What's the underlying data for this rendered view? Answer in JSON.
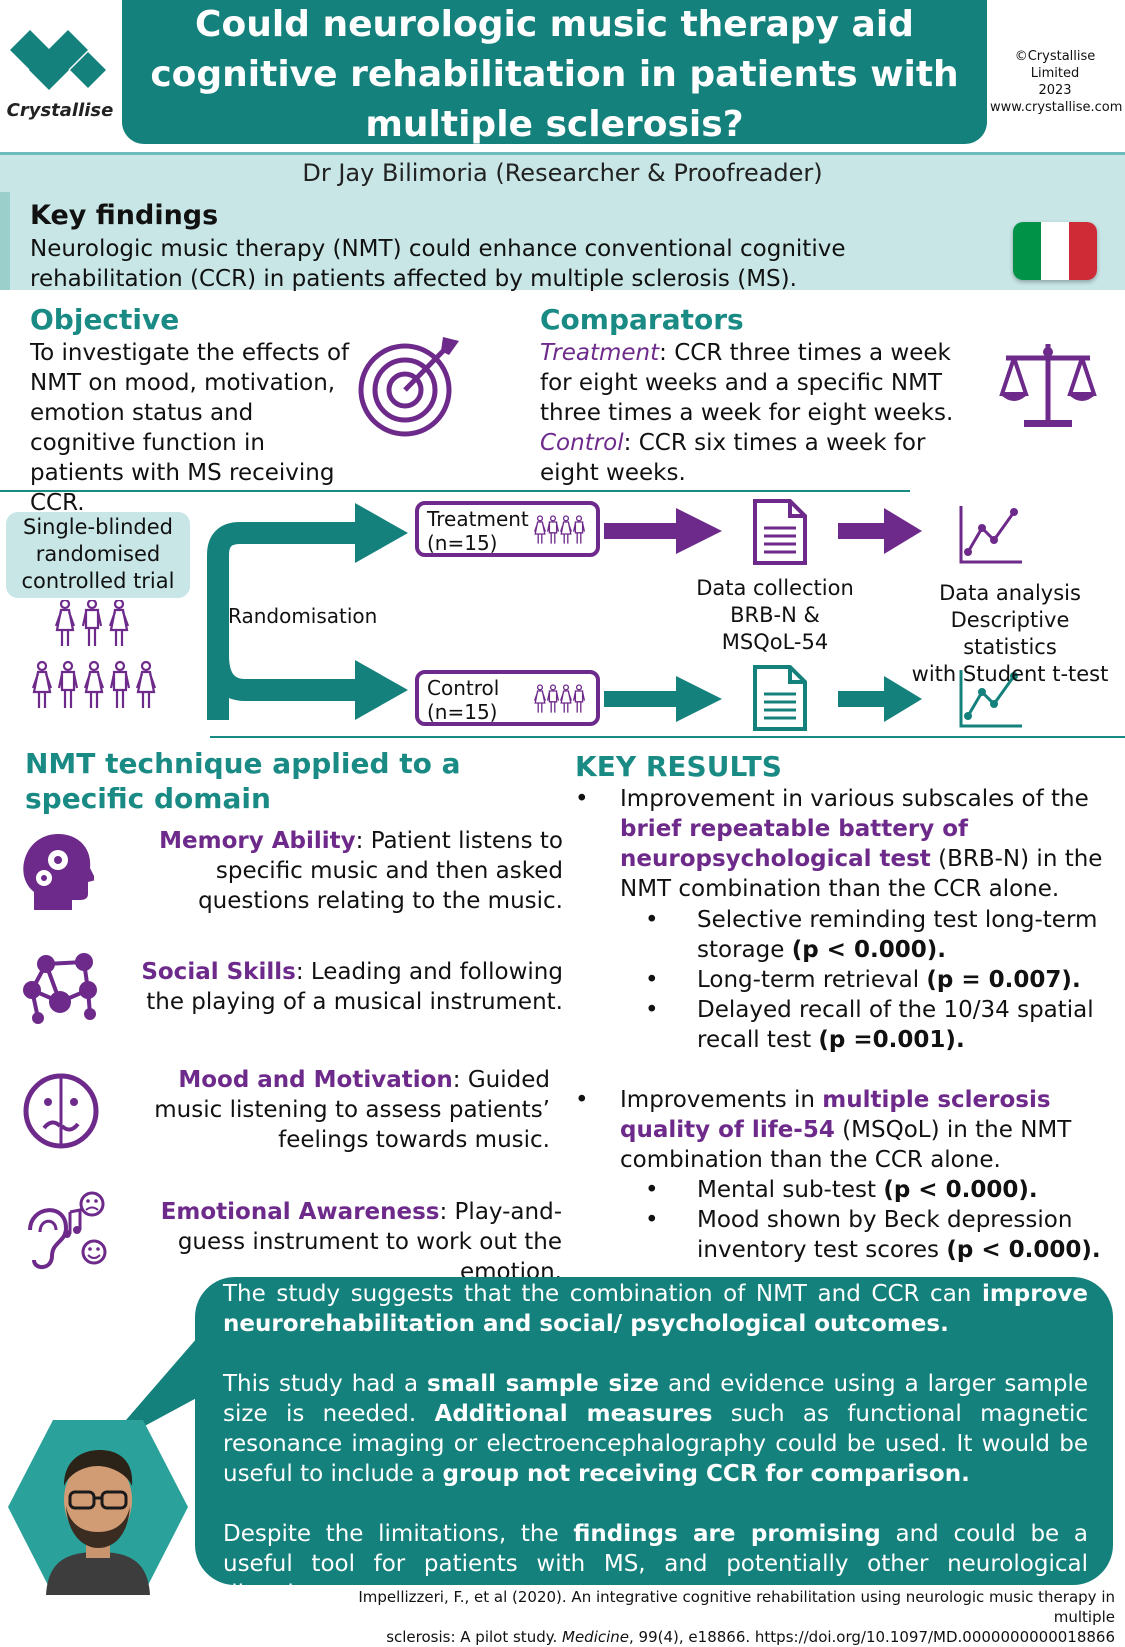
{
  "header": {
    "title_line1": "Could neurologic music therapy aid",
    "title_line2": "cognitive rehabilitation in patients with",
    "title_line3": "multiple sclerosis?",
    "logo_text": "Crystallise",
    "copyright_line1": "©Crystallise Limited",
    "copyright_line2": "2023",
    "copyright_line3": "www.crystallise.com",
    "author": "Dr Jay Bilimoria (Researcher & Proofreader)"
  },
  "key_findings": {
    "title": "Key findings",
    "text": "Neurologic music therapy (NMT) could enhance conventional cognitive rehabilitation (CCR) in patients affected by multiple sclerosis (MS).",
    "flag_colors": [
      "#009246",
      "#ffffff",
      "#ce2b37"
    ]
  },
  "objective": {
    "title": "Objective",
    "text": "To investigate the effects of NMT on mood, motivation, emotion status and cognitive function in patients with MS receiving CCR."
  },
  "comparators": {
    "title": "Comparators",
    "treatment_label": "Treatment",
    "treatment_text": ": CCR three times a week for eight weeks and a specific NMT three times a week for eight weeks.",
    "control_label": "Control",
    "control_text": ": CCR six times a week for eight weeks."
  },
  "design": {
    "trial_type": "Single-blinded randomised controlled trial",
    "randomisation": "Randomisation",
    "treatment_group": "Treatment",
    "treatment_n": "(n=15)",
    "control_group": "Control",
    "control_n": "(n=15)",
    "data_collection_1": "Data collection",
    "data_collection_2": "BRB-N &",
    "data_collection_3": "MSQoL-54",
    "data_analysis_1": "Data analysis",
    "data_analysis_2": "Descriptive statistics",
    "data_analysis_3": "with Student t-test"
  },
  "nmt": {
    "title": "NMT technique applied to a specific domain",
    "items": [
      {
        "label": "Memory Ability",
        "text": ": Patient listens to specific music and then asked questions relating to the music."
      },
      {
        "label": "Social Skills",
        "text": ": Leading and following the playing of a musical instrument."
      },
      {
        "label": "Mood and Motivation",
        "text": ": Guided music listening to assess patients’ feelings towards music."
      },
      {
        "label": "Emotional Awareness",
        "text": ": Play-and-guess instrument to work out the emotion."
      }
    ]
  },
  "key_results": {
    "title": "KEY RESULTS",
    "bullet1_pre": "Improvement in various subscales of the ",
    "bullet1_hl": "brief repeatable battery of neuropsychological test",
    "bullet1_post": " (BRB-N) in the NMT combination than the CCR alone.",
    "sub1": [
      {
        "text": "Selective reminding test long-term storage ",
        "p": "(p < 0.000)."
      },
      {
        "text": "Long-term retrieval ",
        "p": "(p = 0.007)."
      },
      {
        "text": "Delayed recall of the 10/34 spatial recall test ",
        "p": "(p =0.001)."
      }
    ],
    "bullet2_pre": "Improvements in ",
    "bullet2_hl": "multiple sclerosis quality of life-54",
    "bullet2_post": " (MSQoL) in the NMT combination than the CCR alone.",
    "sub2": [
      {
        "text": "Mental sub-test ",
        "p": "(p < 0.000)."
      },
      {
        "text": "Mood shown by Beck depression inventory test scores ",
        "p": "(p < 0.000)."
      }
    ]
  },
  "conclusion": {
    "p1_pre": "The study suggests that the combination of NMT and CCR can ",
    "p1_b": "improve neurorehabilitation and social/ psychological outcomes.",
    "p2_a": "This study had a ",
    "p2_b1": "small sample size",
    "p2_c": " and evidence using a larger sample size is needed. ",
    "p2_b2": "Additional measures",
    "p2_d": " such as functional magnetic resonance imaging or electroencephalography could be used. It would be useful to include a ",
    "p2_b3": "group not receiving CCR for comparison.",
    "p3_a": "Despite the limitations, the ",
    "p3_b": "findings are promising",
    "p3_c": " and could be a useful tool for patients with MS, and potentially other neurological disorders."
  },
  "reference": {
    "line1": "Impellizzeri, F., et al (2020). An integrative cognitive rehabilitation using neurologic music therapy in multiple",
    "line2_a": "sclerosis: A pilot study. ",
    "line2_journal": "Medicine",
    "line2_b": ", 99(4), e18866. https://doi.org/10.1097/MD.0000000000018866"
  },
  "colors": {
    "teal": "#15817c",
    "light_teal": "#c8e6e6",
    "purple": "#6d2a8a"
  }
}
